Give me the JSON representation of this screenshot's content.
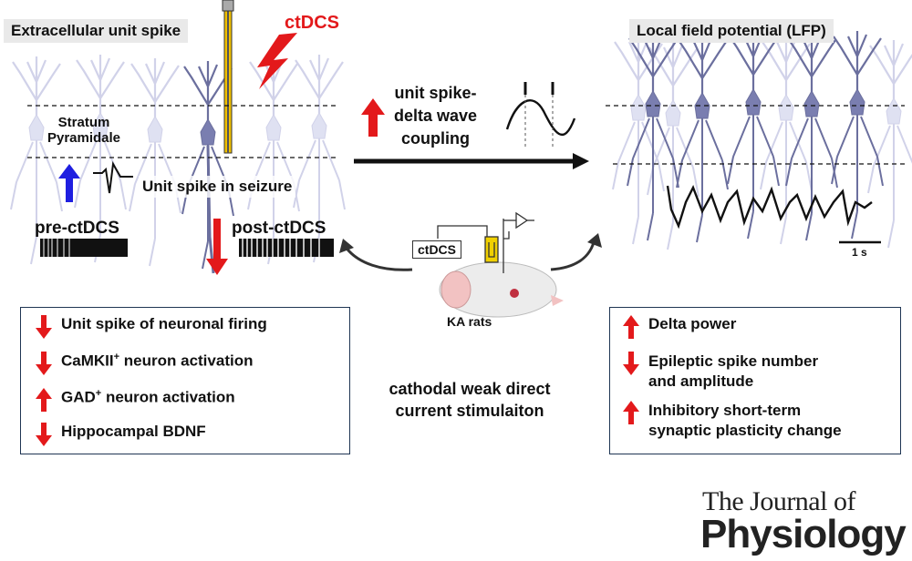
{
  "left_panel": {
    "title": "Extracellular unit spike",
    "layer_label_1": "Stratum",
    "layer_label_2": "Pyramidale",
    "seizure_label": "Unit spike in seizure",
    "pre_label": "pre-ctDCS",
    "post_label": "post-ctDCS"
  },
  "stimulus": {
    "label": "ctDCS"
  },
  "middle": {
    "coupling_line1": "unit spike-",
    "coupling_line2": "delta wave",
    "coupling_line3": "coupling",
    "device_label": "ctDCS",
    "animal_label": "KA rats",
    "caption_line1": "cathodal weak direct",
    "caption_line2": "current stimulaiton"
  },
  "right_panel": {
    "title": "Local field potential (LFP)",
    "scale_label": "1 s"
  },
  "left_results": [
    {
      "direction": "down",
      "text": "Unit spike of neuronal firing",
      "sup": "",
      "suffix": ""
    },
    {
      "direction": "down",
      "text": "CaMKII",
      "sup": "+",
      "suffix": " neuron activation"
    },
    {
      "direction": "up",
      "text": "GAD",
      "sup": "+",
      "suffix": " neuron activation"
    },
    {
      "direction": "down",
      "text": "Hippocampal BDNF",
      "sup": "",
      "suffix": ""
    }
  ],
  "right_results": [
    {
      "direction": "up",
      "line1": "Delta power",
      "line2": ""
    },
    {
      "direction": "down",
      "line1": "Epileptic spike number",
      "line2": "and amplitude"
    },
    {
      "direction": "up",
      "line1": "Inhibitory short-term",
      "line2": "synaptic plasticity change"
    }
  ],
  "journal": {
    "line1": "The Journal of",
    "line2": "Physiology"
  },
  "colors": {
    "neuron": "#6b6f9e",
    "neuron_light": "#c9cbe6",
    "red": "#e3191b",
    "blue": "#1f1fe0",
    "box_border": "#1f3553"
  }
}
